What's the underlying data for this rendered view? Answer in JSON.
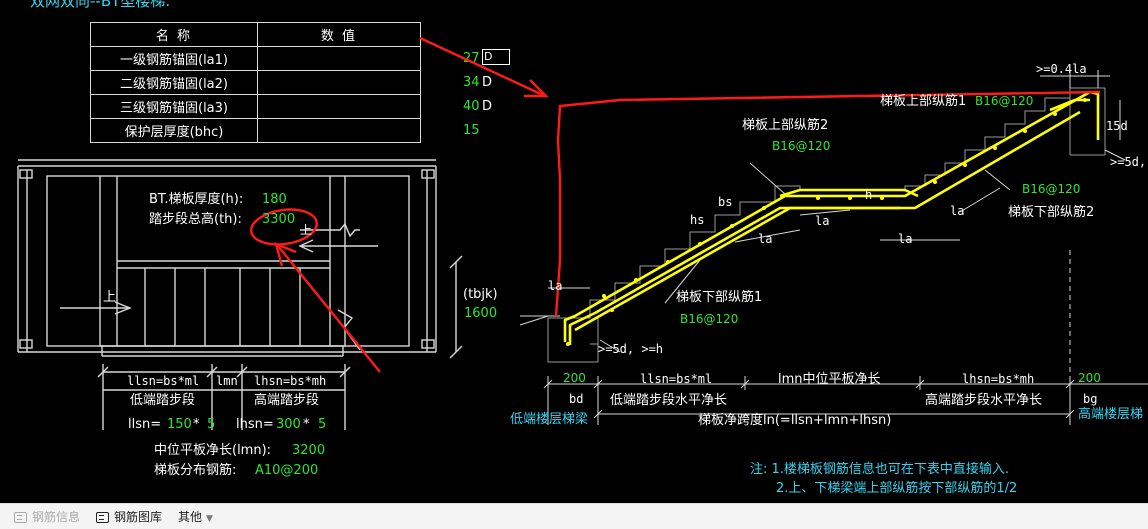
{
  "title": "双网双向--BT型楼梯:",
  "params_table": {
    "headers": [
      "名  称",
      "数  值"
    ],
    "rows": [
      {
        "name": "一级钢筋锚固(la1)",
        "value": "27",
        "unit": "D"
      },
      {
        "name": "二级钢筋锚固(la2)",
        "value": "34",
        "unit": "D"
      },
      {
        "name": "三级钢筋锚固(la3)",
        "value": "40",
        "unit": "D"
      },
      {
        "name": "保护层厚度(bhc)",
        "value": "15",
        "unit": ""
      }
    ]
  },
  "plan": {
    "thickness_label": "BT.梯板厚度(h):",
    "thickness_value": "180",
    "total_height_label": "踏步段总高(th):",
    "total_height_value": "3300",
    "up_label_1": "上",
    "up_label_2": "上",
    "tbjk_label": "(tbjk)",
    "tbjk_value": "1600",
    "dim_low": "llsn=bs*ml",
    "dim_mid": "lmn",
    "dim_high": "lhsn=bs*mh",
    "low_step_name": "低端踏步段",
    "high_step_name": "高端踏步段",
    "llsn_prefix": "llsn=",
    "llsn_bs": "150",
    "llsn_star": "*",
    "llsn_m": "5",
    "lhsn_prefix": "lhsn=",
    "lhsn_bs": "300",
    "lhsn_star": "*",
    "lhsn_m": "5",
    "mid_platform_label": "中位平板净长(lmn):",
    "mid_platform_value": "3200",
    "distribution_label": "梯板分布钢筋:",
    "distribution_value": "A10@200"
  },
  "section": {
    "top_upper_bar_1": "梯板上部纵筋1",
    "top_upper_bar_1_value": "B16@120",
    "upper_bar_2": "梯板上部纵筋2",
    "upper_bar_2_value": "B16@120",
    "lower_bar_2": "梯板下部纵筋2",
    "lower_bar_2_value": "B16@120",
    "lower_bar_1": "梯板下部纵筋1",
    "lower_bar_1_value": "B16@120",
    "anchor_top": ">=0.4la",
    "d15": "15d",
    "d5": ">=5d,",
    "bottom_anchor": ">=5d, >=h",
    "bs": "bs",
    "hs": "hs",
    "h": "h",
    "la_labels": [
      "la",
      "la",
      "la",
      "la",
      "la",
      "la"
    ],
    "dim_bd_value": "200",
    "dim_bd_label": "bd",
    "dim_llsn": "llsn=bs*ml",
    "dim_llsn_name": "低端踏步段水平净长",
    "dim_lmn": "lmn中位平板净长",
    "dim_lhsn": "lhsn=bs*mh",
    "dim_lhsn_name": "高端踏步段水平净长",
    "dim_bg_value": "200",
    "dim_bg_label": "bg",
    "low_beam": "低端楼层梯梁",
    "high_beam": "高端楼层梯",
    "span": "梯板净跨度ln(=llsn+lmn+lhsn)"
  },
  "notes": {
    "line1": "注: 1.楼梯板钢筋信息也可在下表中直接输入.",
    "line2": "2.上、下梯梁端上部纵筋按下部纵筋的1/2"
  },
  "statusbar": {
    "items": [
      "钢筋信息",
      "钢筋图库",
      "其他"
    ]
  },
  "colors": {
    "background": "#000000",
    "rebar": "#ffff00",
    "value_green": "#2ee62e",
    "note_cyan": "#35d4f0",
    "annotation_red": "#ff1a1a"
  }
}
